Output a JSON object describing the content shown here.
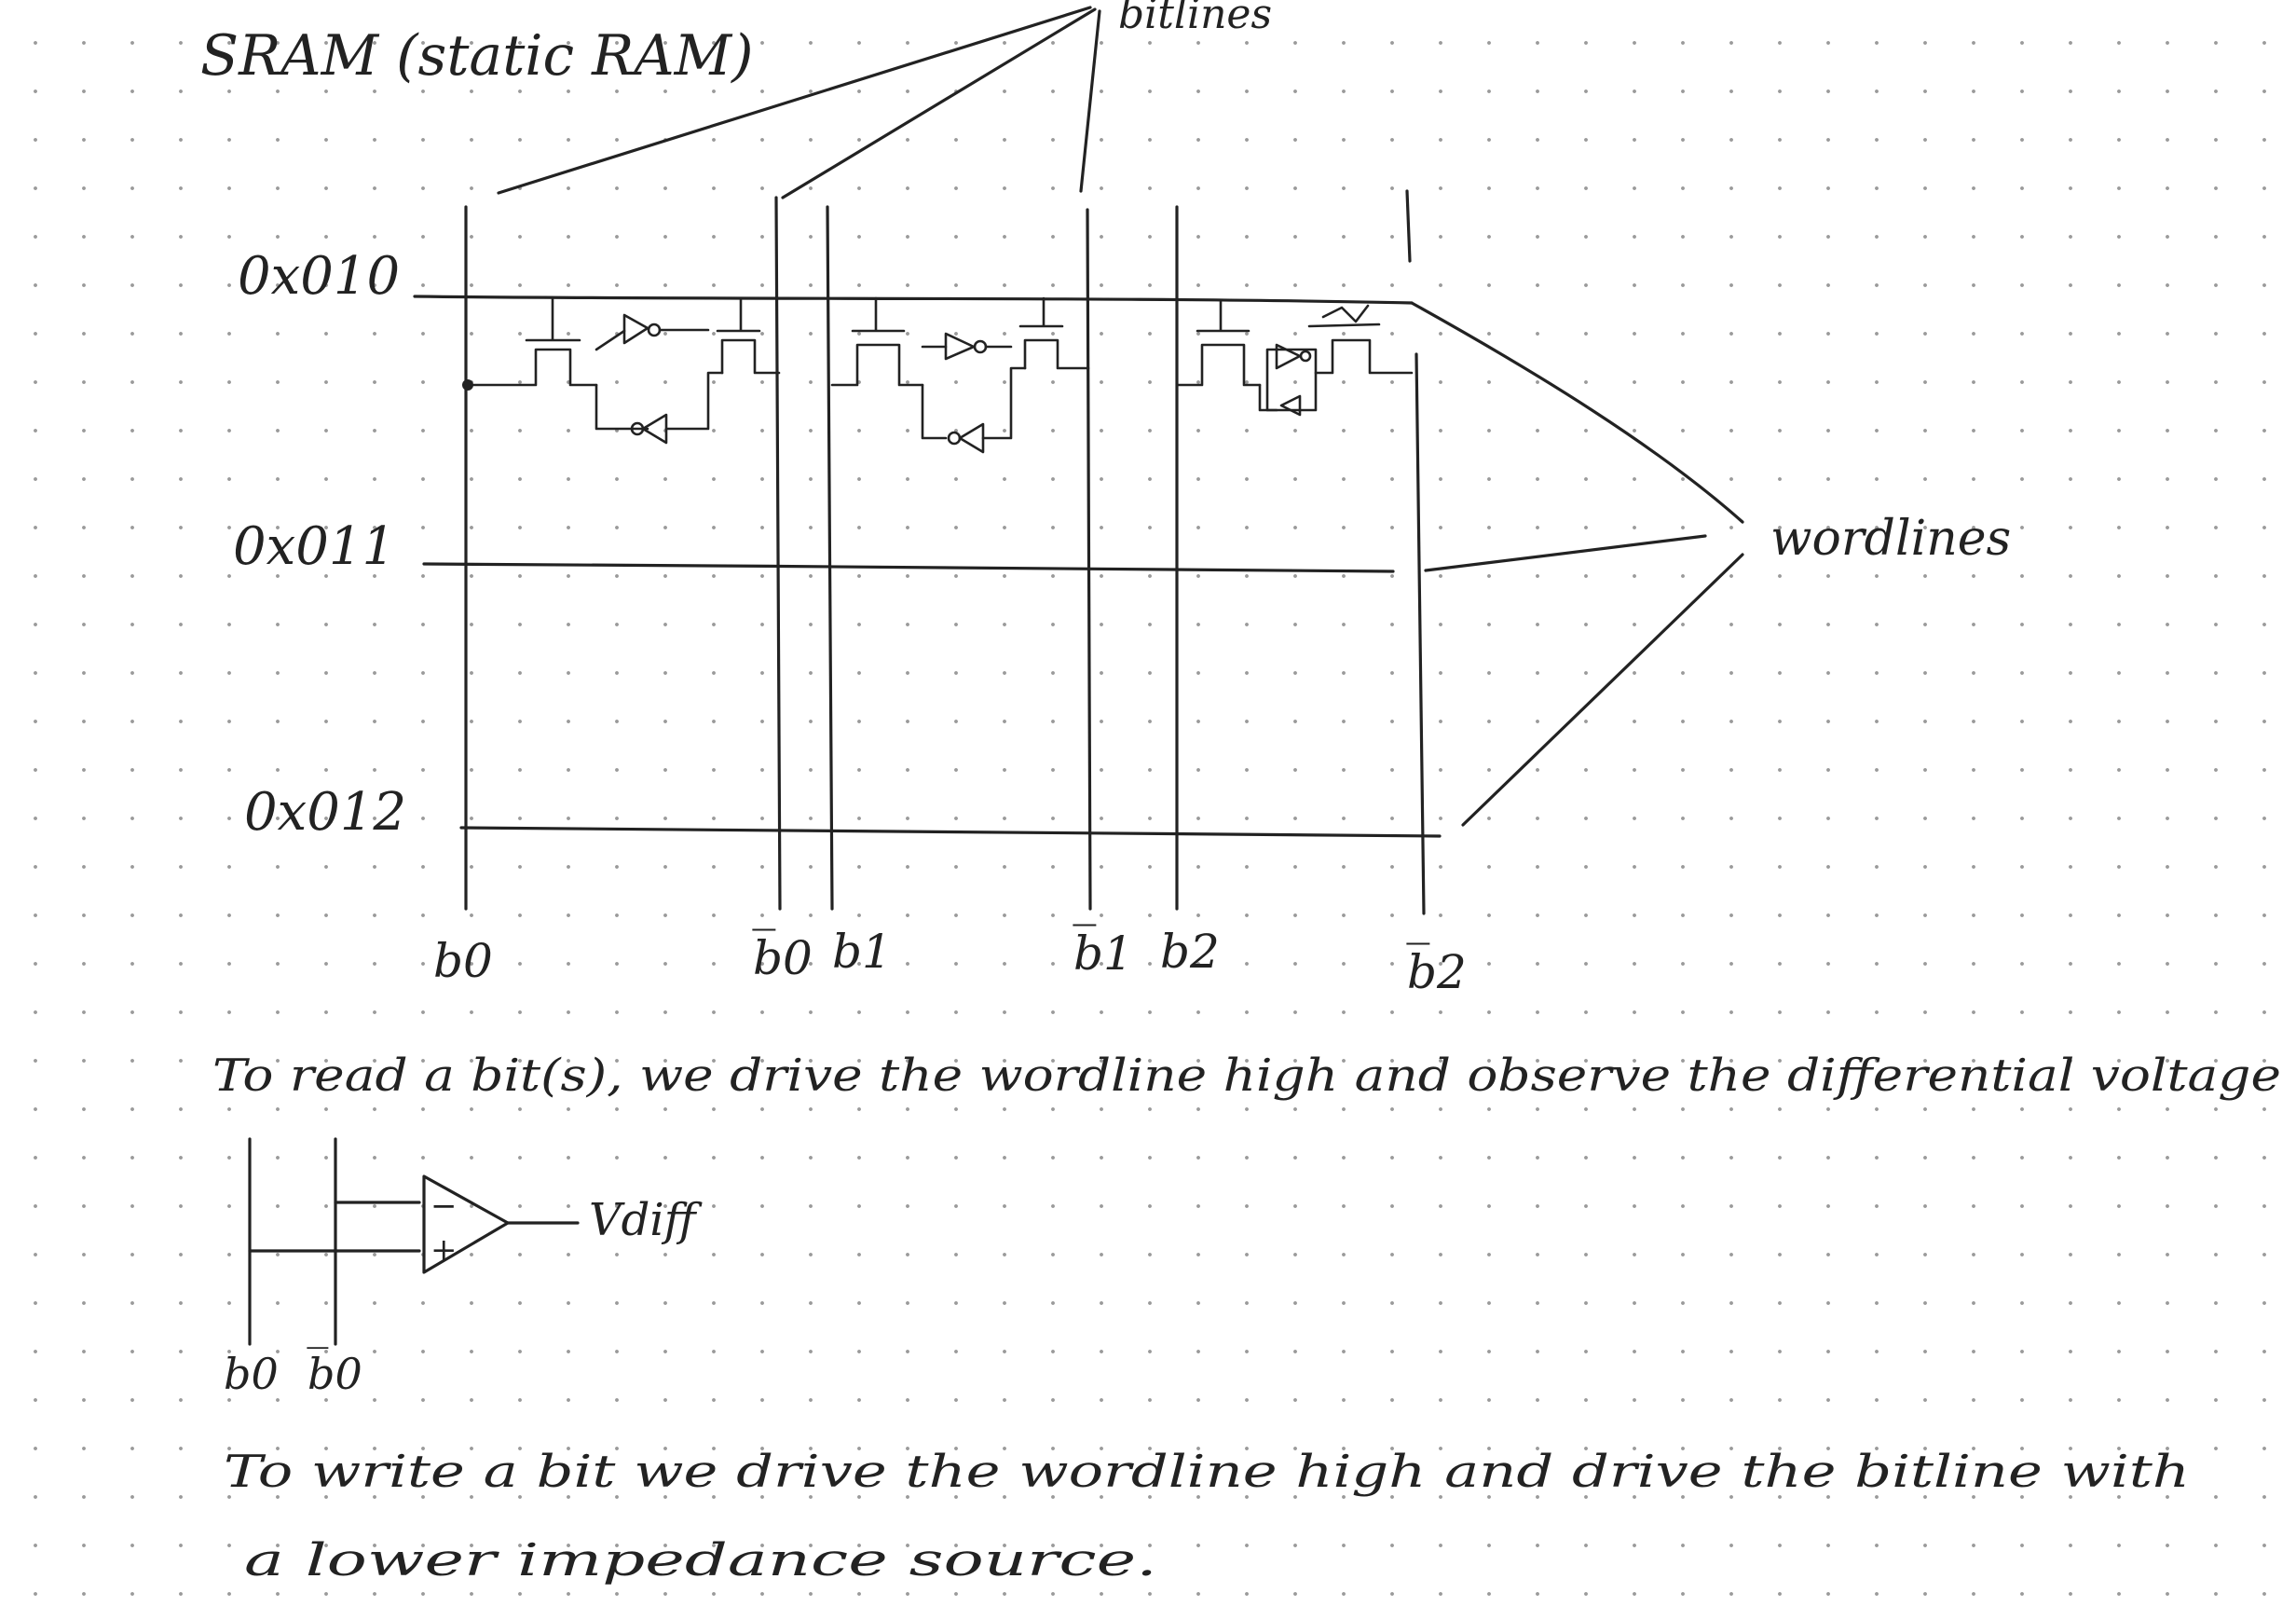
{
  "title": "SRAM (static RAM)",
  "labels": {
    "bitlines": "bitlines",
    "wordlines": "wordlines"
  },
  "addresses": [
    "0x010",
    "0x011",
    "0x012"
  ],
  "bitline_labels": [
    "b0",
    "b̅0",
    "b1",
    "b̅1",
    "b2",
    "b̅2"
  ],
  "read_text": "To read a bit(s), we drive the wordline high and observe the differential voltage",
  "amp_output": "Vdiff",
  "amp_inputs": [
    "b0",
    "b̅0"
  ],
  "amp_signs": [
    "−",
    "+"
  ],
  "write_text_1": "To write a bit we drive the wordline high and drive the bitline with",
  "write_text_2": "a lower impedance source."
}
